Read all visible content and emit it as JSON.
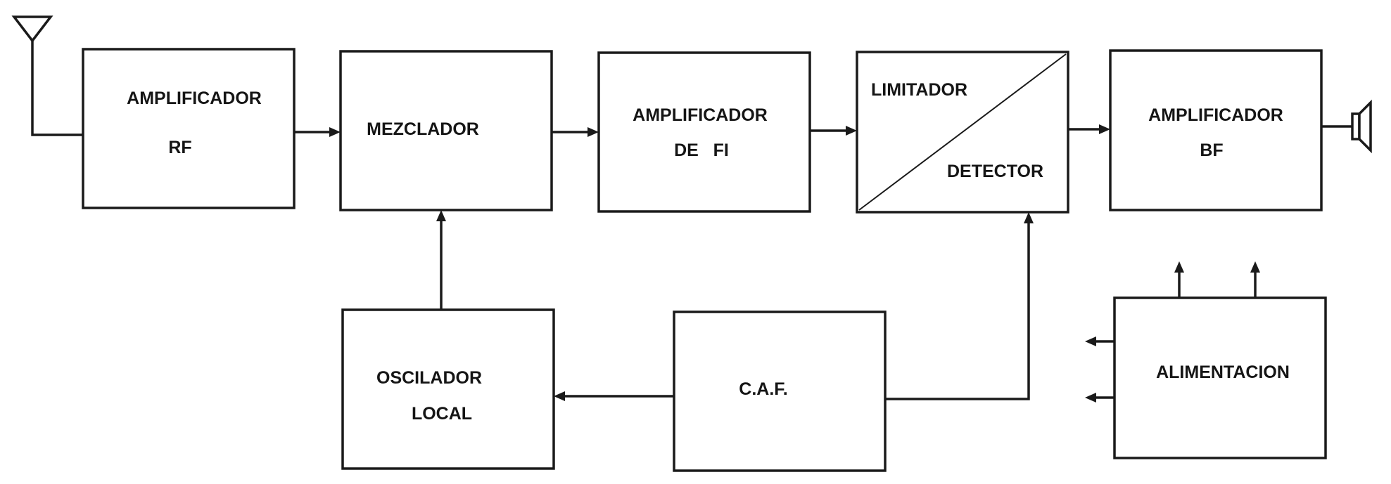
{
  "blocks": {
    "rf_amp": {
      "line1": "AMPLIFICADOR",
      "line2": "RF"
    },
    "mixer": {
      "line1": "MEZCLADOR"
    },
    "if_amp": {
      "line1": "AMPLIFICADOR",
      "line2": "DE   FI"
    },
    "limiter_detector": {
      "top": "LIMITADOR",
      "bottom": "DETECTOR"
    },
    "af_amp": {
      "line1": "AMPLIFICADOR",
      "line2": "BF"
    },
    "local_osc": {
      "line1": "OSCILADOR",
      "line2": "LOCAL"
    },
    "afc": {
      "line1": "C.A.F."
    },
    "power": {
      "line1": "ALIMENTACION"
    }
  },
  "icons": {
    "antenna": "antenna-icon",
    "speaker": "speaker-icon"
  },
  "colors": {
    "line": "#1a1a1a",
    "text": "#151515",
    "background": "#ffffff"
  }
}
